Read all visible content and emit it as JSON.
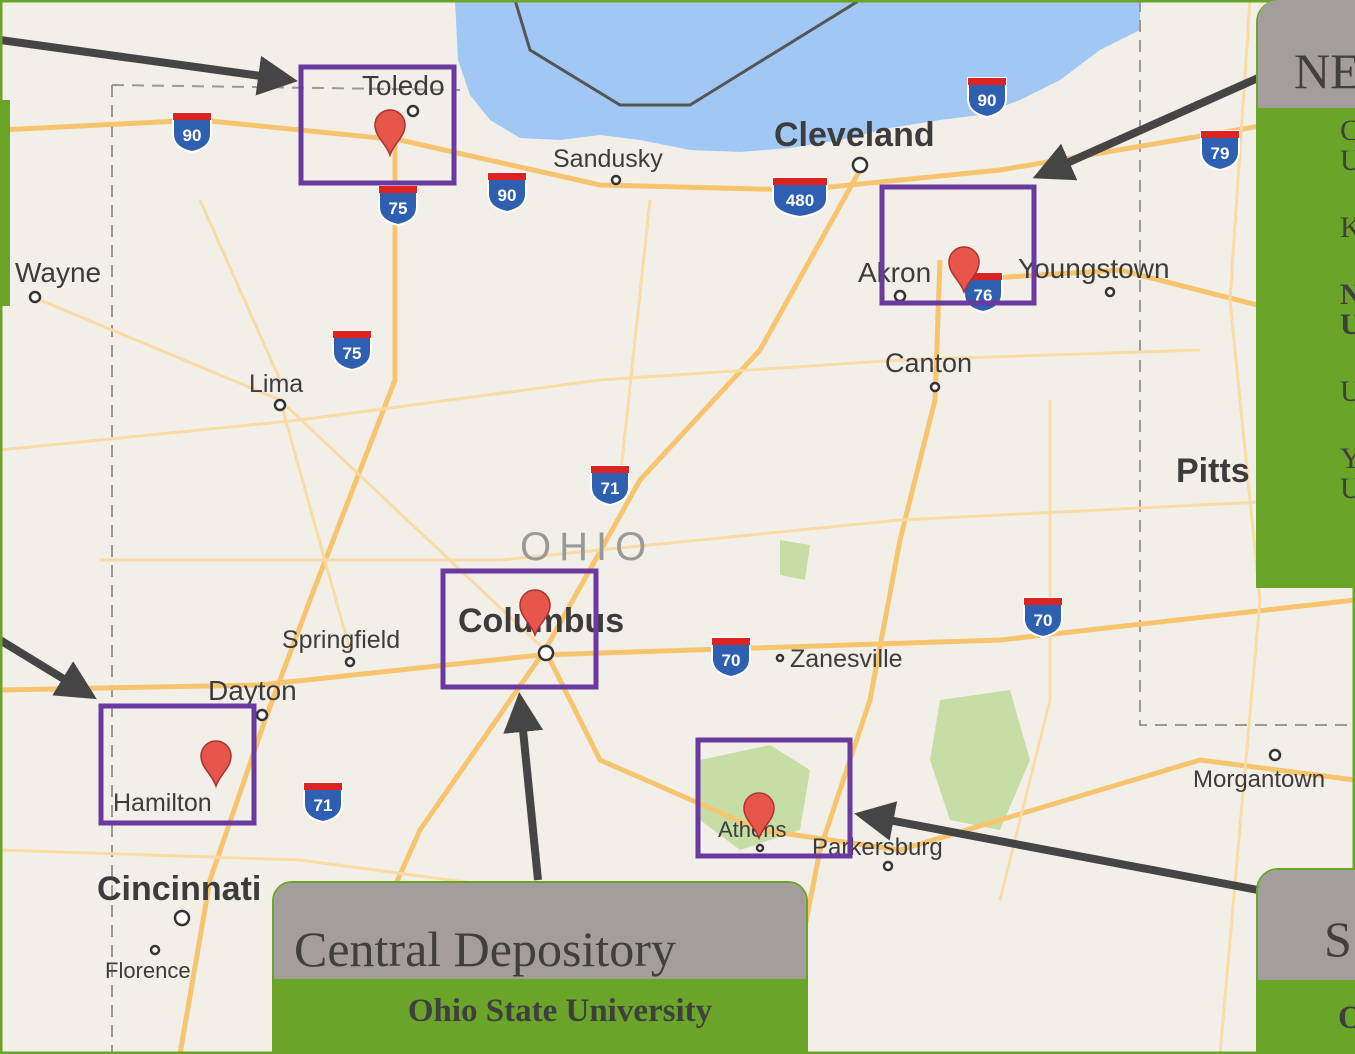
{
  "map": {
    "state_label": "OHIO",
    "cities": {
      "toledo": "Toledo",
      "cleveland": "Cleveland",
      "sandusky": "Sandusky",
      "akron": "Akron",
      "youngstown": "Youngstown",
      "canton": "Canton",
      "wayne": "Wayne",
      "lima": "Lima",
      "springfield": "Springfield",
      "columbus": "Columbus",
      "zanesville": "Zanesville",
      "dayton": "Dayton",
      "hamilton": "Hamilton",
      "cincinnati": "Cincinnati",
      "florence": "Florence",
      "athens": "Athens",
      "parkersburg": "Parkersburg",
      "morgantown": "Morgantown",
      "pittsburgh": "Pitts"
    },
    "shields": {
      "i90_west": "90",
      "i90_center": "90",
      "i90_east": "90",
      "i480": "480",
      "i79": "79",
      "i76": "76",
      "i75_north": "75",
      "i75_south": "75",
      "i71_north": "71",
      "i71_south": "71",
      "i70_west": "70",
      "i70_east": "70"
    }
  },
  "callouts": {
    "central": {
      "title": "Central Depository",
      "institution": "Ohio State University"
    },
    "northeast": {
      "title": "NE",
      "items": [
        "C\nU",
        "K",
        "N\nU",
        "U",
        "Y\nU"
      ]
    },
    "southeast": {
      "title": "S",
      "institution": "O"
    }
  },
  "colors": {
    "highlight_box": "#6a3aa0",
    "panel_gray": "#a39e9c",
    "panel_green": "#6aa52a",
    "arrow": "#454545",
    "marker": "#e8554a",
    "lake": "#a1c8f5"
  }
}
